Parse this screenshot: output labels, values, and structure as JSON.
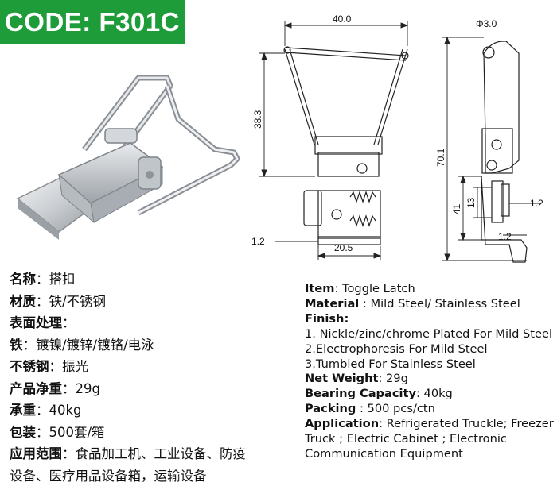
{
  "badge": {
    "code": "CODE: F301C"
  },
  "dimensions": {
    "width_top": "40.0",
    "height_bail": "38.3",
    "offset_left": "1.2",
    "base_width": "20.5",
    "diameter": "Φ3.0",
    "total_height": "70.1",
    "h41": "41",
    "h13": "13",
    "side_right_top": "1.2",
    "side_right_bottom": "1.2"
  },
  "cn": [
    {
      "label": "名称",
      "sep": "：",
      "value": "搭扣"
    },
    {
      "label": "材质",
      "sep": "：",
      "value": "铁/不锈钢"
    },
    {
      "label": "表面处理",
      "sep": "：",
      "value": ""
    },
    {
      "label": "铁",
      "sep": "：",
      "value": "镀镍/镀锌/镀铬/电泳"
    },
    {
      "label": "不锈钢",
      "sep": "：",
      "value": "振光"
    },
    {
      "label": "产品净重",
      "sep": "：",
      "value": "29g"
    },
    {
      "label": "承重",
      "sep": "：",
      "value": "40kg"
    },
    {
      "label": "包装",
      "sep": "：",
      "value": "500套/箱"
    },
    {
      "label": "应用范围",
      "sep": "：",
      "value": "食品加工机、工业设备、防疫"
    }
  ],
  "cn_tail": "设备、医疗用品设备箱，运输设备",
  "en": {
    "item_label": "Item",
    "item_value": ": Toggle Latch",
    "material_label": "Material",
    "material_value": " : Mild Steel/ Stainless Steel",
    "finish_label": "Finish",
    "finish_colon": ":",
    "finish_1": "1. Nickle/zinc/chrome Plated For Mild Steel",
    "finish_2": "2.Electrophoresis For Mild Steel",
    "finish_3": "3.Tumbled For Stainless Steel",
    "weight_label": "Net Weight",
    "weight_value": ": 29g",
    "capacity_label": "Bearing Capacity",
    "capacity_value": ": 40kg",
    "packing_label": "Packing",
    "packing_value": " : 500 pcs/ctn",
    "application_label": "Application",
    "application_value": ": Refrigerated Truckle; Freezer Truck ; Electric Cabinet ; Electronic Communication Equipment"
  }
}
